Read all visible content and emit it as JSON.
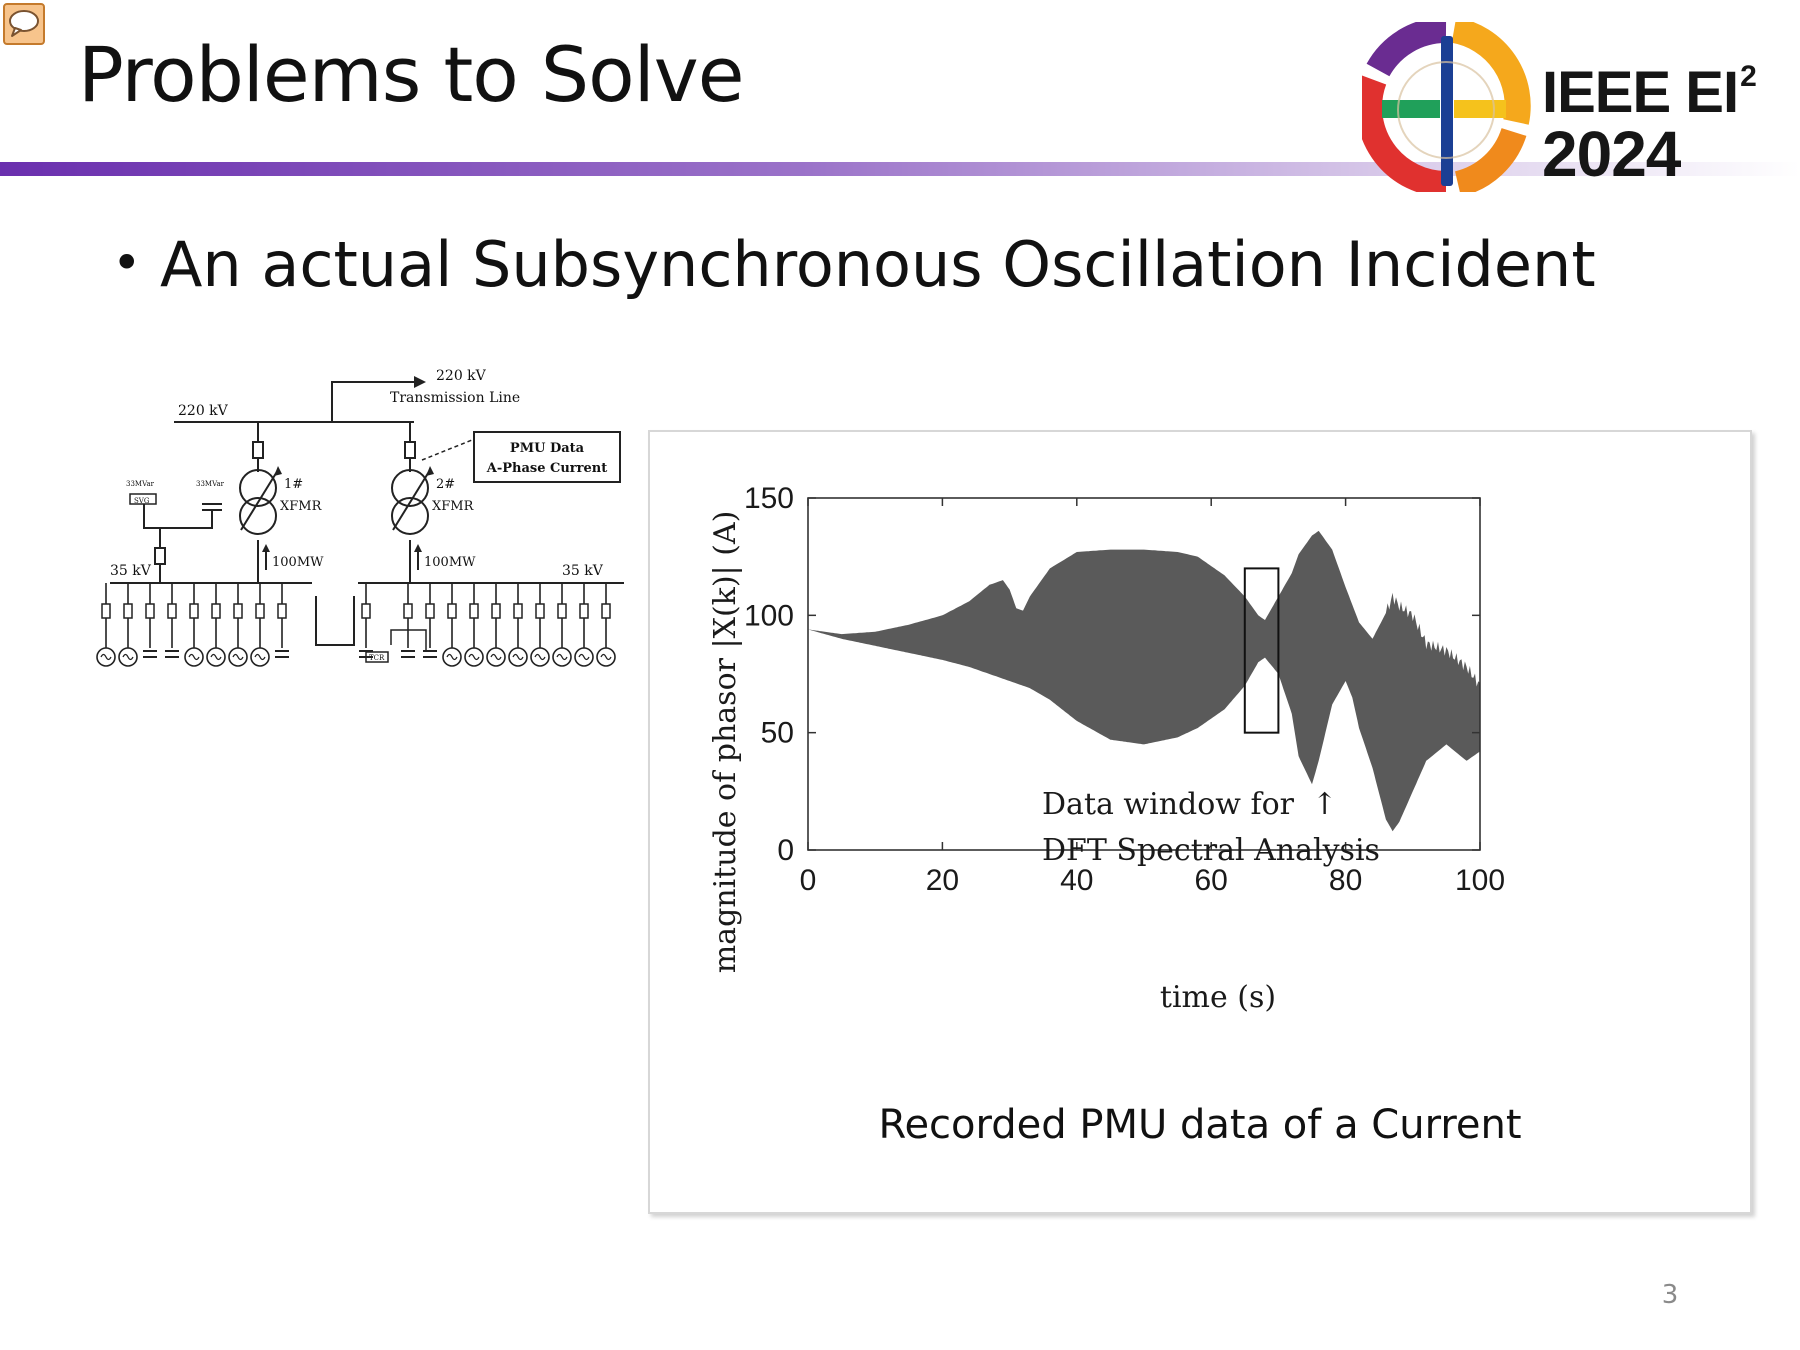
{
  "slide": {
    "title": "Problems to Solve",
    "bullet": "An actual Subsynchronous Oscillation Incident",
    "page_number": "3",
    "accent_color": "#7a3fb8"
  },
  "logo": {
    "line1": "IEEE EI",
    "line1_sup": "2",
    "line2": "2024",
    "colors": [
      "#6a2c91",
      "#e0312f",
      "#f5a81c",
      "#1b3f94",
      "#20a05a"
    ]
  },
  "diagram": {
    "bus_220kv_label": "220 kV",
    "tx_line_voltage": "220 kV",
    "tx_line_label": "Transmission Line",
    "pmu_box_line1": "PMU Data",
    "pmu_box_line2": "A-Phase Current",
    "xfmr1_num": "1#",
    "xfmr1_label": "XFMR",
    "xfmr2_num": "2#",
    "xfmr2_label": "XFMR",
    "flow1_label": "100MW",
    "flow2_label": "100MW",
    "bus35_left_label": "35 kV",
    "bus35_right_label": "35 kV",
    "sc_left1": "33MVar",
    "sc_left2": "33MVar",
    "svc_tag1": "SVG",
    "svc_tag2": "TCR"
  },
  "chart_data": {
    "type": "area",
    "xlabel": "time (s)",
    "ylabel": "magnitude of phasor |X(k)| (A)",
    "xlim": [
      0,
      100
    ],
    "ylim": [
      0,
      150
    ],
    "x_ticks": [
      0,
      20,
      40,
      60,
      80,
      100
    ],
    "y_ticks": [
      0,
      50,
      100,
      150
    ],
    "grid": false,
    "series": [
      {
        "fill_color": "#5a5a5a",
        "upper": {
          "x": [
            0,
            5,
            10,
            15,
            20,
            24,
            27,
            29,
            30,
            31,
            32,
            33,
            36,
            40,
            45,
            50,
            55,
            58,
            62,
            65,
            67,
            68,
            70,
            72,
            73,
            75,
            76,
            78,
            80,
            82,
            84,
            86,
            87,
            88,
            90,
            92,
            95,
            98,
            100
          ],
          "y": [
            94,
            92,
            93,
            96,
            100,
            106,
            113,
            115,
            111,
            103,
            102,
            108,
            120,
            127,
            128,
            128,
            127,
            125,
            117,
            108,
            100,
            98,
            108,
            118,
            126,
            134,
            136,
            128,
            112,
            97,
            90,
            101,
            108,
            104,
            100,
            88,
            85,
            78,
            70
          ]
        },
        "lower": {
          "x": [
            0,
            5,
            10,
            15,
            20,
            24,
            27,
            30,
            33,
            36,
            40,
            45,
            50,
            55,
            58,
            62,
            65,
            67,
            68,
            70,
            72,
            73,
            75,
            76,
            78,
            80,
            81,
            82,
            84,
            86,
            87,
            88,
            90,
            92,
            95,
            98,
            100
          ],
          "y": [
            94,
            90,
            87,
            84,
            81,
            78,
            75,
            72,
            69,
            64,
            55,
            47,
            45,
            48,
            52,
            60,
            70,
            80,
            82,
            75,
            58,
            40,
            28,
            38,
            62,
            72,
            65,
            52,
            35,
            13,
            8,
            12,
            25,
            38,
            45,
            38,
            42
          ]
        }
      }
    ],
    "annotations": [
      {
        "text_line1": "Data window for",
        "text_line2": "DFT Spectral Analysis",
        "arrow": "↑",
        "window_x": [
          65,
          70
        ],
        "window_y": [
          50,
          120
        ]
      }
    ],
    "caption": "Recorded PMU data of a Current"
  }
}
